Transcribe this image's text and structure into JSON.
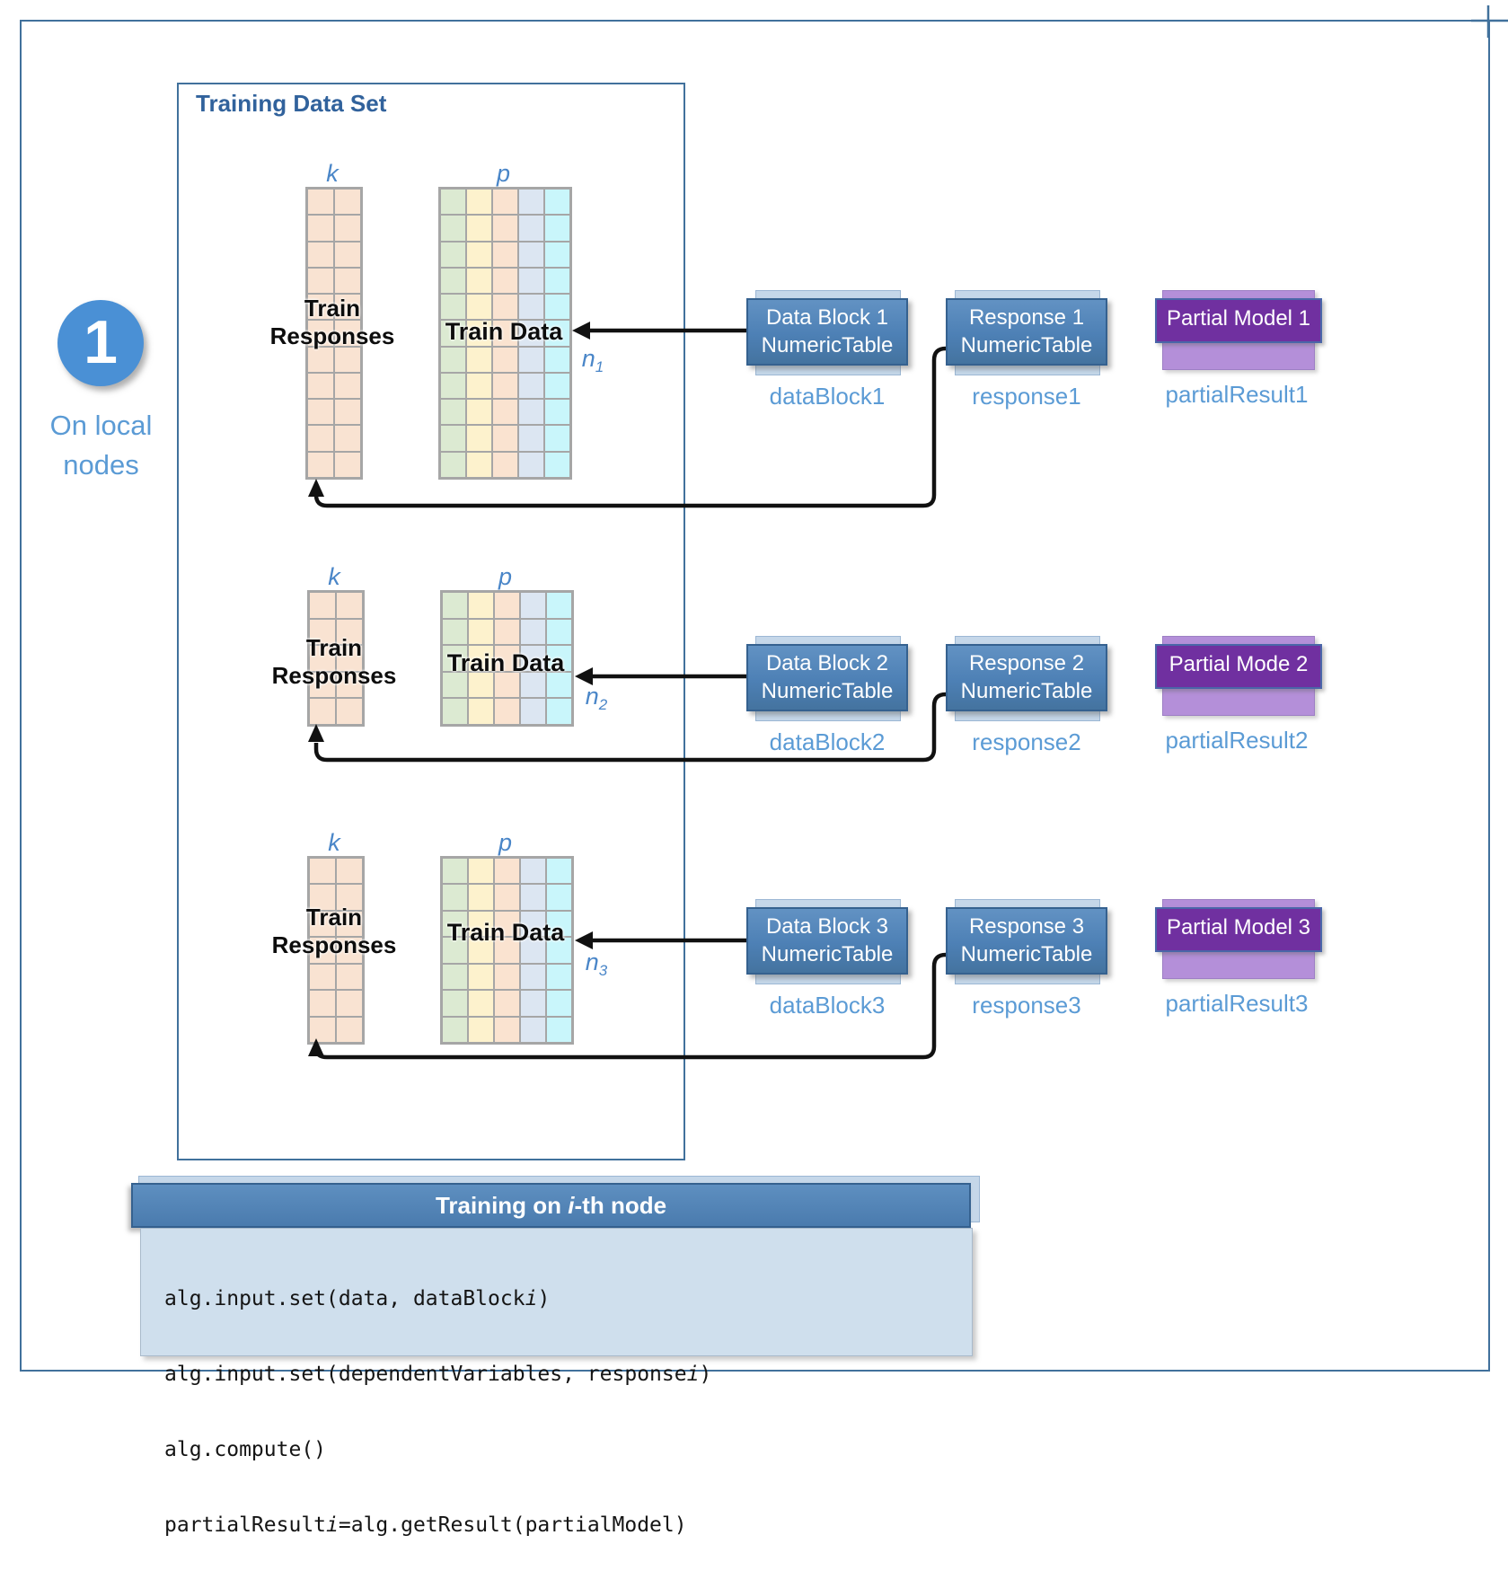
{
  "step": {
    "number": "1",
    "caption": [
      "On local",
      "nodes"
    ]
  },
  "training_set": {
    "title": "Training Data Set"
  },
  "rows": [
    {
      "k_label": "k",
      "p_label": "p",
      "n_label": {
        "base": "n",
        "sub": "1"
      },
      "responses_title": [
        "Train",
        "Responses"
      ],
      "data_title": "Train Data",
      "data_block": {
        "title": [
          "Data Block 1",
          "NumericTable"
        ],
        "var": "dataBlock1"
      },
      "response": {
        "title": [
          "Response 1",
          "NumericTable"
        ],
        "var": "response1"
      },
      "partial_model": {
        "title": "Partial Model 1",
        "var": "partialResult1"
      }
    },
    {
      "k_label": "k",
      "p_label": "p",
      "n_label": {
        "base": "n",
        "sub": "2"
      },
      "responses_title": [
        "Train",
        "Responses"
      ],
      "data_title": "Train Data",
      "data_block": {
        "title": [
          "Data Block 2",
          "NumericTable"
        ],
        "var": "dataBlock2"
      },
      "response": {
        "title": [
          "Response 2",
          "NumericTable"
        ],
        "var": "response2"
      },
      "partial_model": {
        "title": "Partial Mode 2",
        "var": "partialResult2"
      }
    },
    {
      "k_label": "k",
      "p_label": "p",
      "n_label": {
        "base": "n",
        "sub": "3"
      },
      "responses_title": [
        "Train",
        "Responses"
      ],
      "data_title": "Train Data",
      "data_block": {
        "title": [
          "Data Block 3",
          "NumericTable"
        ],
        "var": "dataBlock3"
      },
      "response": {
        "title": [
          "Response 3",
          "NumericTable"
        ],
        "var": "response3"
      },
      "partial_model": {
        "title": "Partial Model 3",
        "var": "partialResult3"
      }
    }
  ],
  "code_panel": {
    "title": {
      "pre": "Training on ",
      "italic": "i",
      "post": "-th node"
    },
    "lines": [
      {
        "pre": "alg.input.set(data, dataBlock",
        "italic": "i",
        "post": ")"
      },
      {
        "pre": "alg.input.set(dependentVariables, response",
        "italic": "i",
        "post": ")"
      },
      {
        "pre": "alg.compute()",
        "italic": "",
        "post": ""
      },
      {
        "pre": "partialResult",
        "italic": "i",
        "post": "=alg.getResult(partialModel)"
      }
    ]
  },
  "colors": {
    "frame_blue": "#41719C",
    "label_blue": "#5B9BD5",
    "title_blue": "#31629c",
    "box_blue": "#4d80b5",
    "box_tab": "#c5d7e9",
    "purple": "#7030a0",
    "lavender": "#b48fd9",
    "code_bg": "#cfdfed"
  }
}
